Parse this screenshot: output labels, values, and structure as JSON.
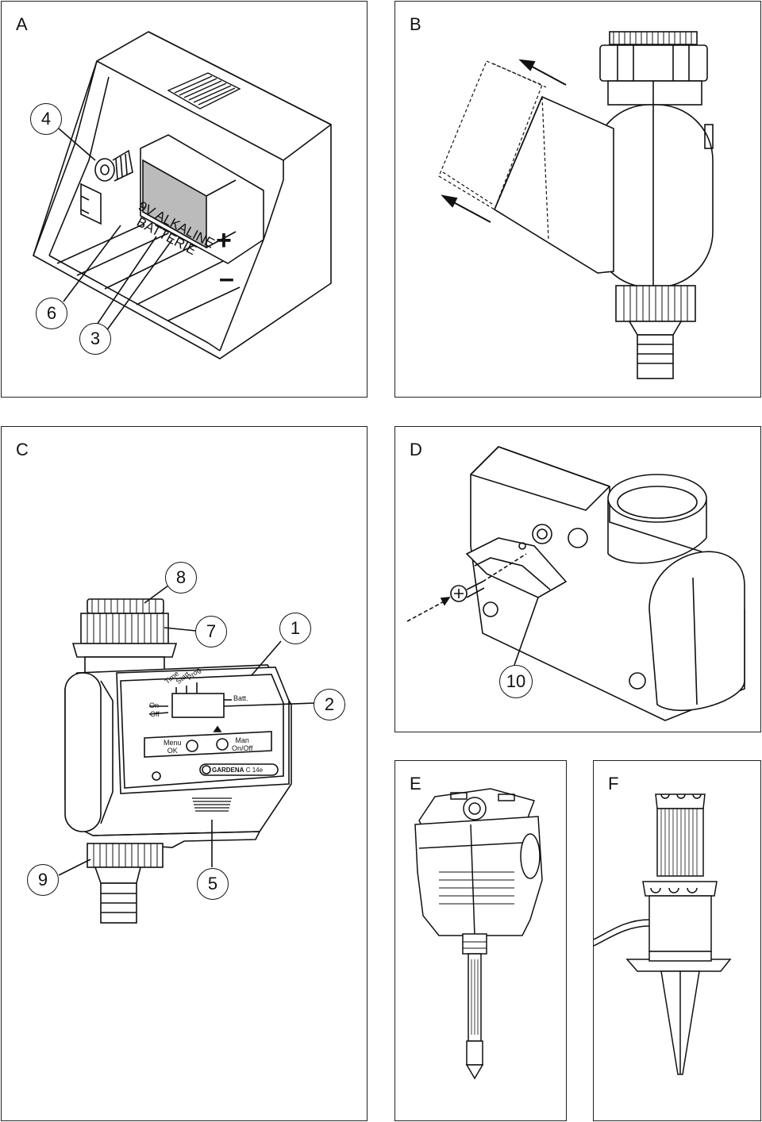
{
  "panels": {
    "a": {
      "letter": "A",
      "battery_line1": "9V ALKALINE",
      "battery_line2": "BATTERIE",
      "plus": "+",
      "minus": "–",
      "callouts": [
        "4",
        "6",
        "3"
      ]
    },
    "b": {
      "letter": "B"
    },
    "c": {
      "letter": "C",
      "callouts": [
        "8",
        "7",
        "1",
        "2",
        "9",
        "5"
      ],
      "display": {
        "time": "Time",
        "start": "Start",
        "prog": "Prog.",
        "batt": "Batt.",
        "on": "On",
        "off": "Off"
      },
      "buttons": {
        "menu_line1": "Menu",
        "menu_line2": "OK",
        "man_line1": "Man",
        "man_line2": "On/Off"
      },
      "brand": "GARDENA",
      "model": "C 14e"
    },
    "d": {
      "letter": "D",
      "callouts": [
        "10"
      ]
    },
    "e": {
      "letter": "E"
    },
    "f": {
      "letter": "F"
    }
  }
}
